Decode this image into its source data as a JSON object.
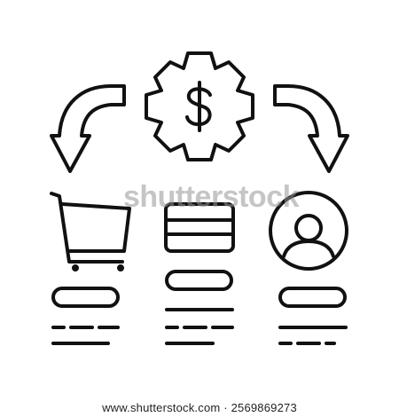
{
  "icon": {
    "name": "payment-gateway-line-icon",
    "stroke_color": "#111111",
    "background_color": "#ffffff",
    "elements": [
      "gear-dollar-icon",
      "left-curved-arrow",
      "right-curved-arrow",
      "shopping-cart-icon",
      "credit-card-icon",
      "user-avatar-icon"
    ]
  },
  "watermark": {
    "text": "shutterstock"
  },
  "footer": {
    "site": "www.shutterstock.com",
    "separator": " · ",
    "image_id": "2569869273"
  }
}
